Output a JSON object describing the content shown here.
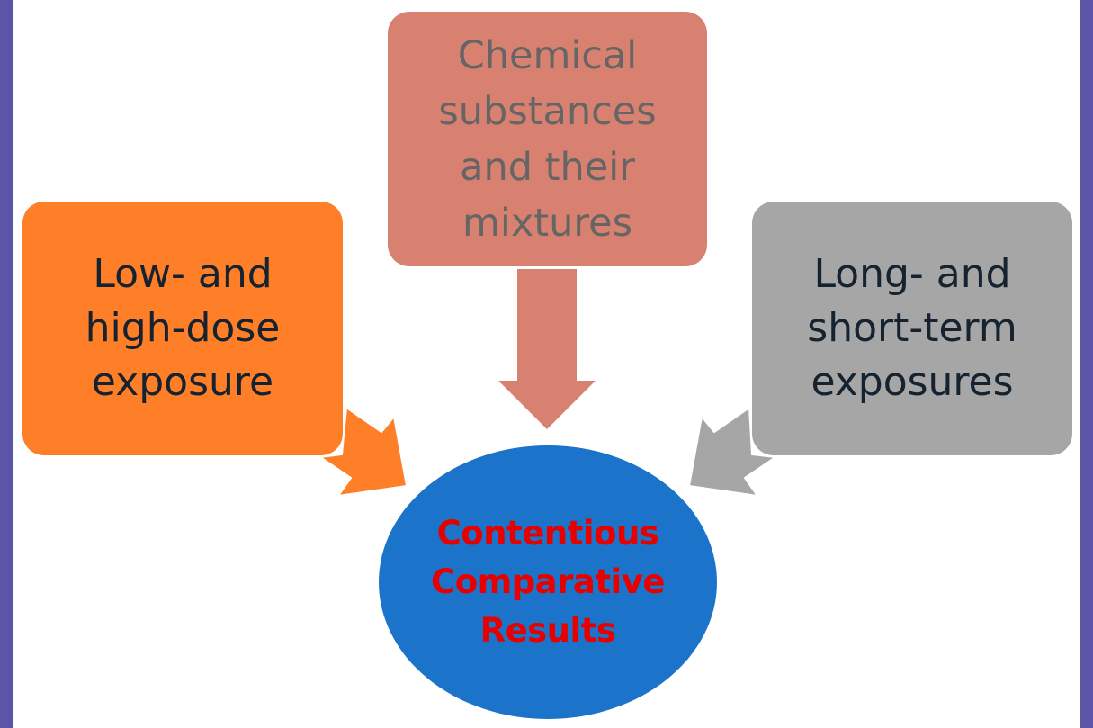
{
  "colors": {
    "frame": "#5b54a7",
    "orange": "#fe7f28",
    "salmon": "#d98170",
    "gray": "#a6a6a6",
    "ellipse": "#1b74c9",
    "center_text": "#e80000",
    "dark_text": "#14232f",
    "salmon_text": "#656565"
  },
  "boxes": {
    "left": {
      "lines": [
        "Low- and",
        "high-dose",
        "exposure"
      ]
    },
    "top": {
      "lines": [
        "Chemical",
        "substances",
        "and their",
        "mixtures"
      ]
    },
    "right": {
      "lines": [
        "Long- and",
        "short-term",
        "exposures"
      ]
    }
  },
  "center": {
    "lines": [
      "Contentious",
      "Comparative",
      "Results"
    ]
  },
  "arrows": [
    {
      "from": "left",
      "to": "center"
    },
    {
      "from": "top",
      "to": "center"
    },
    {
      "from": "right",
      "to": "center"
    }
  ]
}
